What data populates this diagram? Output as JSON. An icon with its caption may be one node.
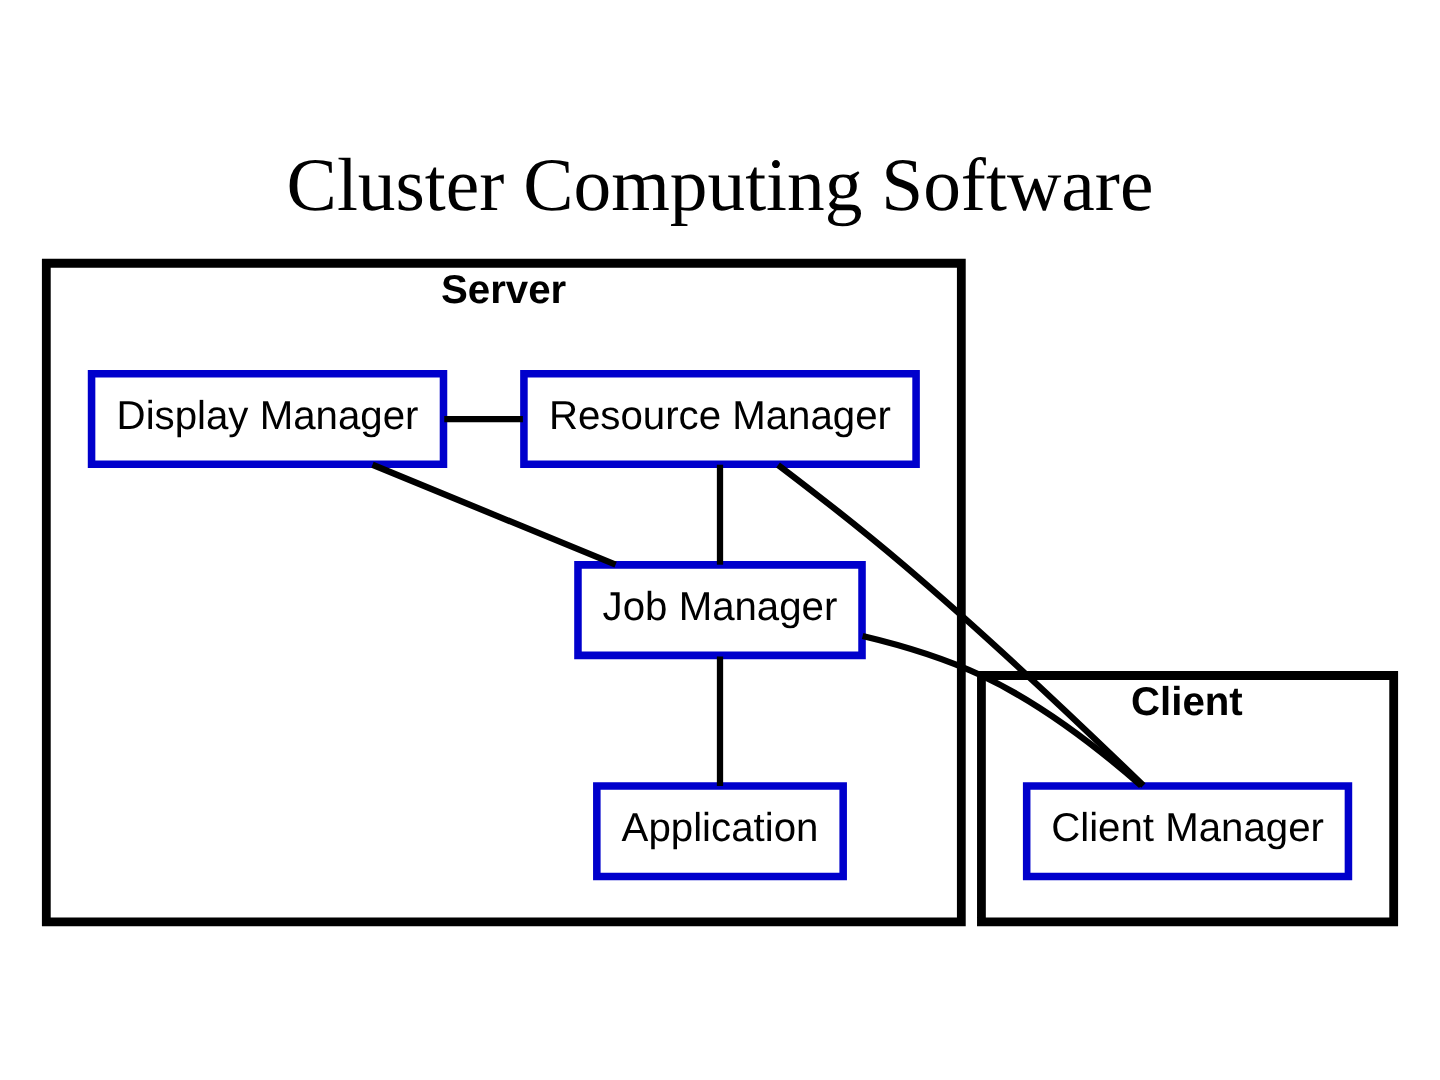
{
  "diagram": {
    "title": "Cluster Computing Software",
    "nodes": [
      {
        "text": [
          "Server"
        ]
      },
      {
        "text": [
          "Display Manager"
        ],
        "in": 0
      },
      {
        "text": [
          "Resource Manager"
        ],
        "in": 0
      },
      {
        "text": [
          "Job Manager"
        ],
        "in": 0
      },
      {
        "text": [
          "Application"
        ],
        "in": 0
      },
      {
        "text": [
          "Client"
        ]
      },
      {
        "text": [
          "Client Manager"
        ],
        "in": 5
      }
    ],
    "edges": [
      {
        "from": 1,
        "to": 2,
        "arrow": "none"
      },
      {
        "from": 1,
        "to": 3,
        "arrow": "none"
      },
      {
        "from": 2,
        "to": 3,
        "arrow": "none"
      },
      {
        "from": 3,
        "to": 4,
        "arrow": "none"
      },
      {
        "from": 2,
        "to": 6,
        "arrow": "none"
      },
      {
        "from": 3,
        "to": 6,
        "arrow": "none"
      }
    ]
  }
}
